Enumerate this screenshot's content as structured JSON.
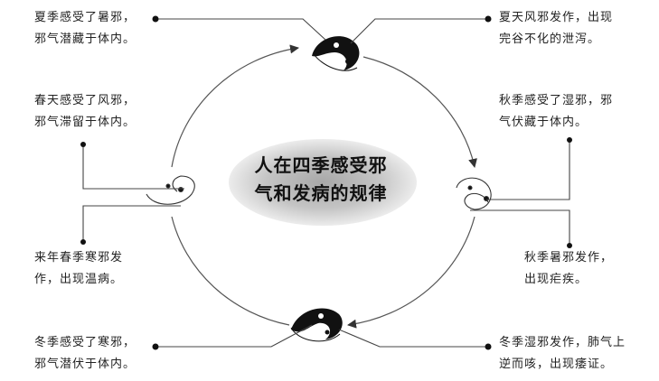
{
  "center": {
    "title": "人在四季感受邪\n气和发病的规律"
  },
  "notes": {
    "summer_receive": "夏季感受了暑邪，\n邪气潜藏于体内。",
    "summer_onset": "夏天风邪发作，出现\n完谷不化的泄泻。",
    "spring_receive": "春天感受了风邪，\n邪气滞留于体内。",
    "autumn_receive": "秋季感受了湿邪，邪\n气伏藏于体内。",
    "spring_onset": "来年春季寒邪发\n作，出现温病。",
    "autumn_onset": "秋季暑邪发作，\n出现疟疾。",
    "winter_receive": "冬季感受了寒邪，\n邪气潜伏于体内。",
    "winter_onset": "冬季湿邪发作，肺气上\n逆而咳，出现痿证。"
  },
  "colors": {
    "ink": "#111111",
    "line": "#444444",
    "ellipse": "#b9b9b9"
  }
}
